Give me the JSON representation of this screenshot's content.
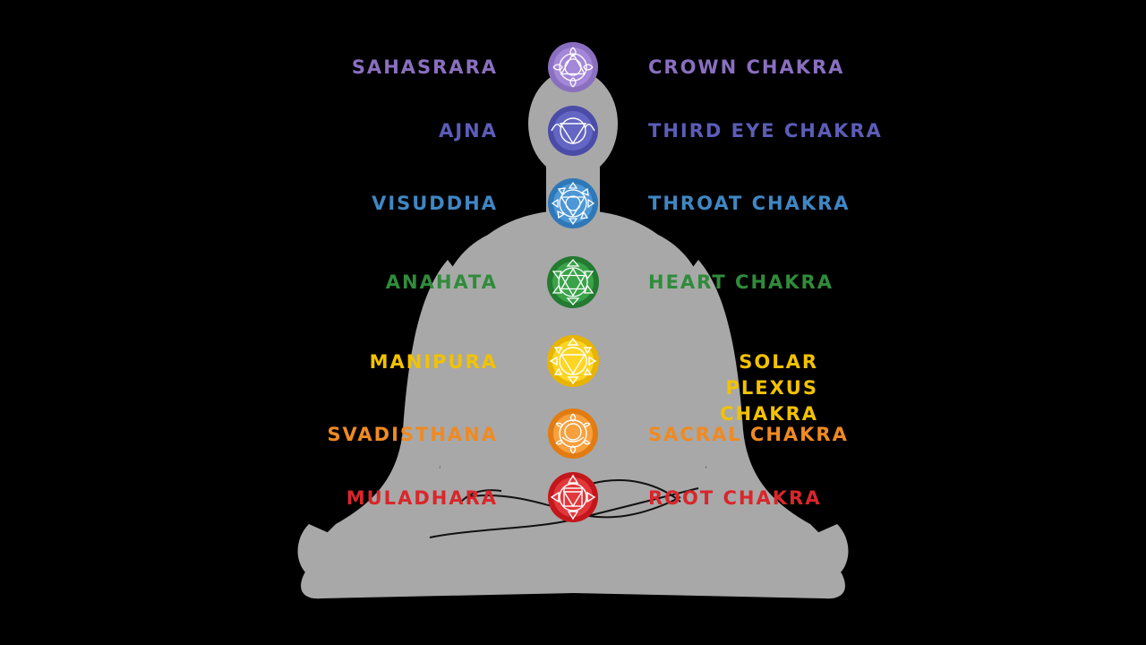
{
  "chakras": [
    {
      "sanskrit": "SAHASRARA",
      "english": "CROWN CHAKRA",
      "color": "#8a6fc0",
      "icon": "crown-chakra-icon"
    },
    {
      "sanskrit": "AJNA",
      "english": "THIRD EYE CHAKRA",
      "color": "#5c5db8",
      "icon": "third-eye-chakra-icon"
    },
    {
      "sanskrit": "VISUDDHA",
      "english": "THROAT CHAKRA",
      "color": "#3f87c4",
      "icon": "throat-chakra-icon"
    },
    {
      "sanskrit": "ANAHATA",
      "english": "HEART CHAKRA",
      "color": "#2f8c3a",
      "icon": "heart-chakra-icon"
    },
    {
      "sanskrit": "MANIPURA",
      "english": "SOLAR PLEXUS CHAKRA",
      "color": "#f2c200",
      "icon": "solar-plexus-chakra-icon"
    },
    {
      "sanskrit": "SVADISTHANA",
      "english": "SACRAL CHAKRA",
      "color": "#ef8a22",
      "icon": "sacral-chakra-icon"
    },
    {
      "sanskrit": "MULADHARA",
      "english": "ROOT CHAKRA",
      "color": "#d9262b",
      "icon": "root-chakra-icon"
    }
  ]
}
